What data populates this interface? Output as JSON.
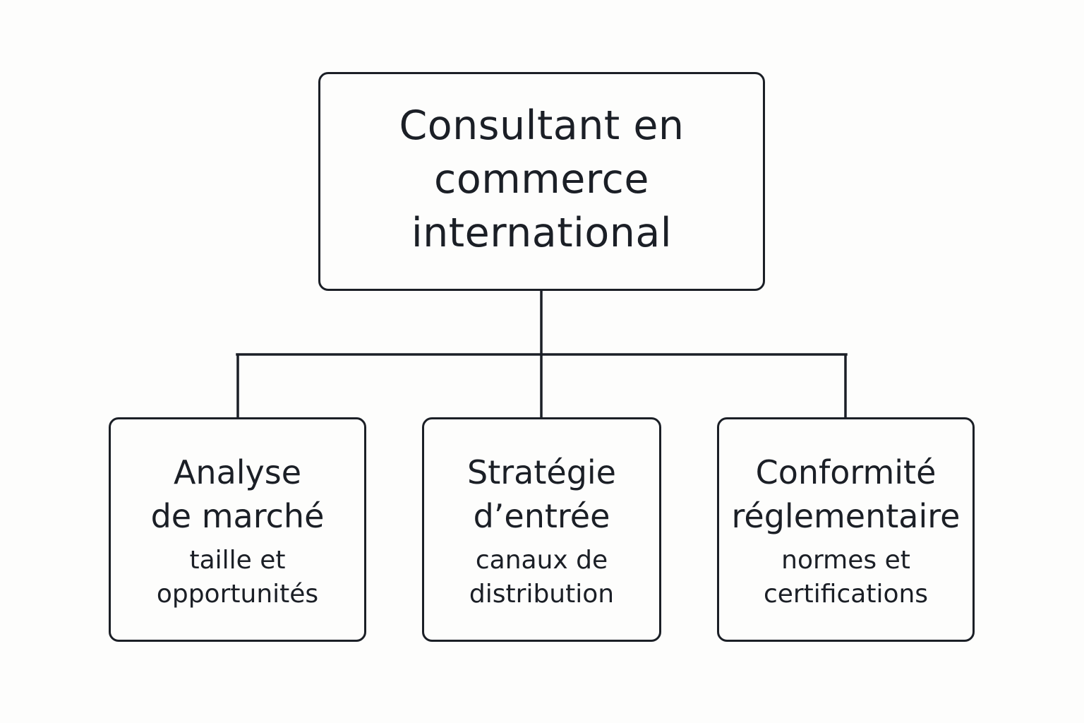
{
  "root": {
    "lines": [
      "Consultant en",
      "commerce",
      "international"
    ]
  },
  "children": [
    {
      "title_lines": [
        "Analyse",
        "de marché"
      ],
      "subtitle_lines": [
        "taille et",
        "opportunités"
      ]
    },
    {
      "title_lines": [
        "Stratégie",
        "d’entrée"
      ],
      "subtitle_lines": [
        "canaux de",
        "distribution"
      ]
    },
    {
      "title_lines": [
        "Conformité",
        "réglementaire"
      ],
      "subtitle_lines": [
        "normes et",
        "certifications"
      ]
    }
  ],
  "colors": {
    "stroke": "#1b1f26",
    "background": "#fdfdfc"
  }
}
